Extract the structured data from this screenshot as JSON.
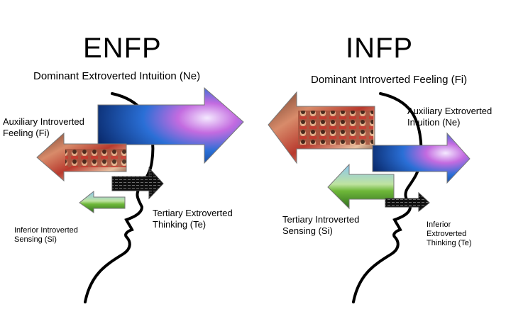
{
  "enfp": {
    "title": "ENFP",
    "dominant": "Dominant Extroverted Intuition (Ne)",
    "auxiliary": [
      "Auxiliary Introverted",
      "Feeling (Fi)"
    ],
    "tertiary": [
      "Tertiary Extroverted",
      "Thinking (Te)"
    ],
    "inferior": [
      "Inferior Introverted",
      "Sensing (Si)"
    ]
  },
  "infp": {
    "title": "INFP",
    "dominant": "Dominant Introverted Feeling (Fi)",
    "auxiliary": [
      "Auxiliary Extroverted",
      "Intuition (Ne)"
    ],
    "tertiary": [
      "Tertiary Introverted",
      "Sensing (Si)"
    ],
    "inferior": [
      "Inferior",
      "Extroverted",
      "Thinking (Te)"
    ]
  },
  "colors": {
    "intuition": "#2a6fd6",
    "feeling": "#c85a3c",
    "thinking": "#1a1a1a",
    "sensing": "#5aa83a",
    "head_outline": "#000000"
  }
}
